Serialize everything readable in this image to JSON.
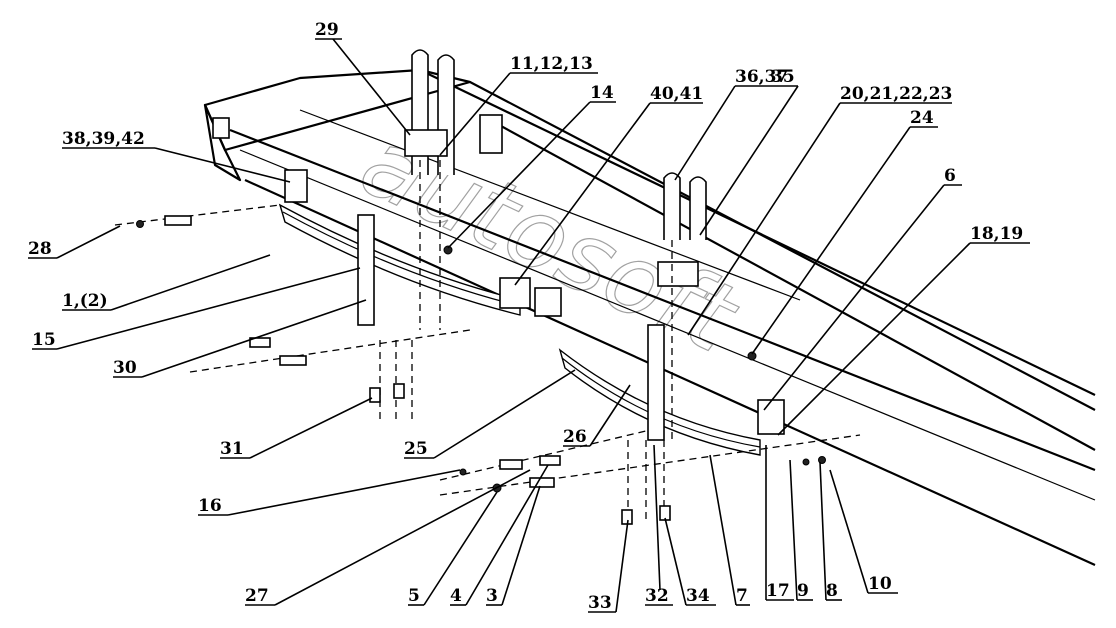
{
  "callouts": [
    {
      "text": "29"
    },
    {
      "text": "11,12,13"
    },
    {
      "text": "14"
    },
    {
      "text": "40,41"
    },
    {
      "text": "36,37"
    },
    {
      "text": "35"
    },
    {
      "text": "20,21,22,23"
    },
    {
      "text": "24"
    },
    {
      "text": "38,39,42"
    },
    {
      "text": "6"
    },
    {
      "text": "18,19"
    },
    {
      "text": "28"
    },
    {
      "text": "1,(2)"
    },
    {
      "text": "15"
    },
    {
      "text": "30"
    },
    {
      "text": "31"
    },
    {
      "text": "25"
    },
    {
      "text": "26"
    },
    {
      "text": "16"
    },
    {
      "text": "27"
    },
    {
      "text": "5"
    },
    {
      "text": "4"
    },
    {
      "text": "3"
    },
    {
      "text": "33"
    },
    {
      "text": "32"
    },
    {
      "text": "34"
    },
    {
      "text": "7"
    },
    {
      "text": "17"
    },
    {
      "text": "9"
    },
    {
      "text": "8"
    },
    {
      "text": "10"
    }
  ],
  "watermark": {
    "text": "autosoft"
  }
}
